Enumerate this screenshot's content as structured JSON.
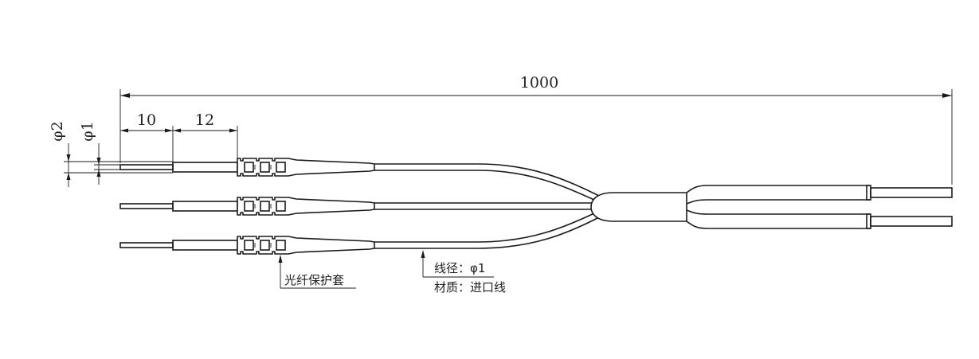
{
  "dimensions": {
    "total_length": "1000",
    "ferrule_length": "10",
    "sleeve_length": "12",
    "outer_diameter": "φ2",
    "inner_diameter": "φ1"
  },
  "labels": {
    "protective_sleeve": "光纤保护套",
    "wire_diameter": "线径：φ1",
    "material": "材质：进口线"
  }
}
